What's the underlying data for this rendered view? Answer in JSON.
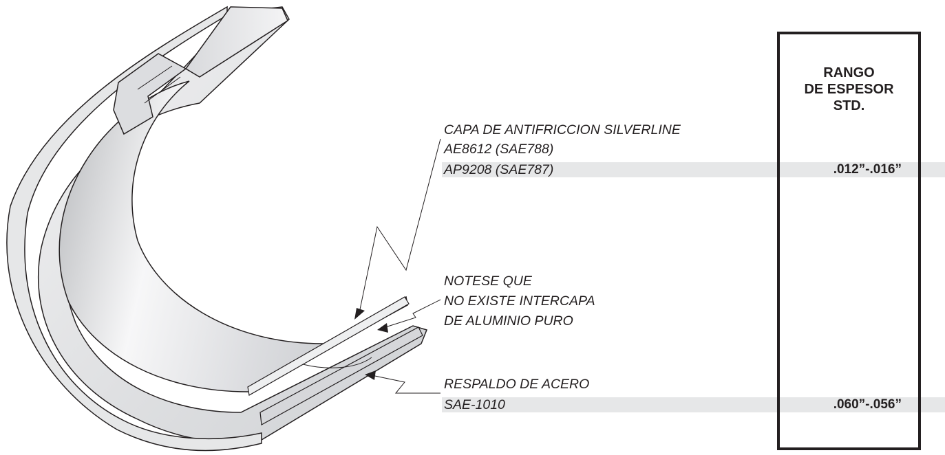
{
  "colors": {
    "ink": "#231f20",
    "band": "#e6e7e8",
    "bearing_light": "#f4f4f5",
    "bearing_shadow": "#b9bbbe"
  },
  "header": {
    "line1": "RANGO",
    "line2": "DE ESPESOR",
    "line3": "STD."
  },
  "labels": {
    "layer1_title": "CAPA DE ANTIFRICCION SILVERLINE",
    "layer1_alloy_a": "AE8612 (SAE788)",
    "layer1_alloy_b": "AP9208 (SAE787)",
    "note_line1": "NOTESE QUE",
    "note_line2": "NO EXISTE INTERCAPA",
    "note_line3": "DE ALUMINIO PURO",
    "backing_title": "RESPALDO DE ACERO",
    "backing_spec": "SAE-1010"
  },
  "values": {
    "layer1_thickness": ".012”-.016”",
    "backing_thickness": ".060”-.056”"
  }
}
